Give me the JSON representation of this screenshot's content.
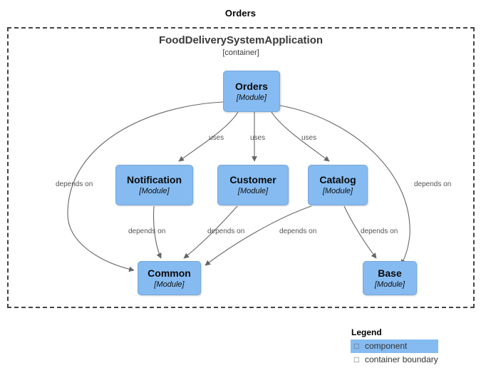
{
  "diagram": {
    "title": "Orders",
    "container": {
      "label": "FoodDeliverySystemApplication",
      "sublabel": "[container]"
    },
    "nodes": [
      {
        "id": "orders",
        "name": "Orders",
        "type": "[Module]"
      },
      {
        "id": "notification",
        "name": "Notification",
        "type": "[Module]"
      },
      {
        "id": "customer",
        "name": "Customer",
        "type": "[Module]"
      },
      {
        "id": "catalog",
        "name": "Catalog",
        "type": "[Module]"
      },
      {
        "id": "common",
        "name": "Common",
        "type": "[Module]"
      },
      {
        "id": "base",
        "name": "Base",
        "type": "[Module]"
      }
    ],
    "edges": [
      {
        "from": "orders",
        "to": "notification",
        "label": "uses"
      },
      {
        "from": "orders",
        "to": "customer",
        "label": "uses"
      },
      {
        "from": "orders",
        "to": "catalog",
        "label": "uses"
      },
      {
        "from": "orders",
        "to": "common",
        "label": "depends on"
      },
      {
        "from": "orders",
        "to": "base",
        "label": "depends on"
      },
      {
        "from": "notification",
        "to": "common",
        "label": "depends on"
      },
      {
        "from": "customer",
        "to": "common",
        "label": "depends on"
      },
      {
        "from": "catalog",
        "to": "common",
        "label": "depends on"
      },
      {
        "from": "catalog",
        "to": "base",
        "label": "depends on"
      }
    ],
    "colors": {
      "node_fill": "#85bbf0",
      "node_stroke": "#78a8d8",
      "edge_stroke": "#666666",
      "boundary_stroke": "#444444"
    }
  },
  "legend": {
    "title": "Legend",
    "items": [
      {
        "swatch": "square-outline-icon",
        "label": "component",
        "highlighted": true
      },
      {
        "swatch": "square-outline-icon",
        "label": "container boundary",
        "highlighted": false
      }
    ]
  }
}
